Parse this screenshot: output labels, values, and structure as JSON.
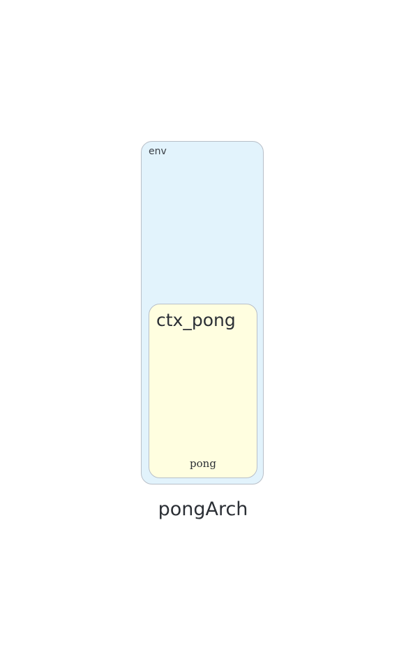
{
  "diagram": {
    "title": "pongArch",
    "env": {
      "label": "env",
      "context": {
        "label": "ctx_pong",
        "footer": "pong"
      }
    }
  },
  "colors": {
    "env_fill": "#e2f3fc",
    "context_fill": "#fffee0",
    "border": "#b8bfc8",
    "text": "#2b2f35"
  }
}
